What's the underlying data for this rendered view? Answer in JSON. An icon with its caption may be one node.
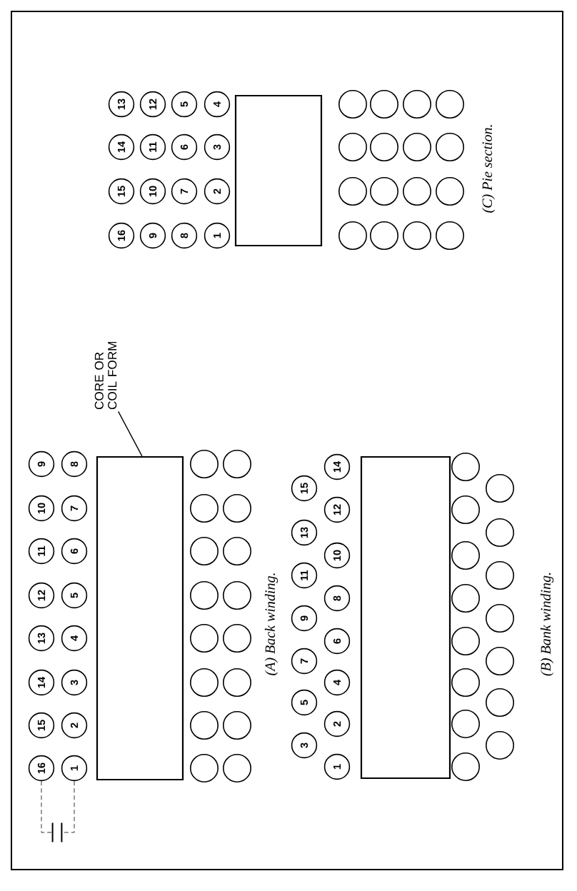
{
  "diagram": {
    "nodes": [
      {
        "text": [
          "1"
        ]
      },
      {
        "text": [
          "2"
        ]
      },
      {
        "text": [
          "3"
        ]
      },
      {
        "text": [
          "4"
        ]
      },
      {
        "text": [
          "5"
        ]
      },
      {
        "text": [
          "6"
        ]
      },
      {
        "text": [
          "7"
        ]
      },
      {
        "text": [
          "8"
        ]
      },
      {
        "text": [
          "9"
        ]
      },
      {
        "text": [
          "10"
        ]
      },
      {
        "text": [
          "11"
        ]
      },
      {
        "text": [
          "12"
        ]
      },
      {
        "text": [
          "13"
        ]
      },
      {
        "text": [
          "14"
        ]
      },
      {
        "text": [
          "15"
        ]
      },
      {
        "text": [
          "16"
        ]
      },
      {
        "text": [],
        "shape": "box"
      },
      {
        "text": [],
        "shape": "circle"
      },
      {
        "text": [],
        "shape": "circle"
      },
      {
        "text": [],
        "shape": "circle"
      },
      {
        "text": [],
        "shape": "circle"
      },
      {
        "text": [],
        "shape": "circle"
      },
      {
        "text": [],
        "shape": "circle"
      },
      {
        "text": [],
        "shape": "circle"
      },
      {
        "text": [],
        "shape": "circle"
      },
      {
        "text": [],
        "shape": "circle"
      },
      {
        "text": [],
        "shape": "circle"
      },
      {
        "text": [],
        "shape": "circle"
      },
      {
        "text": [],
        "shape": "circle"
      },
      {
        "text": [],
        "shape": "circle"
      },
      {
        "text": [],
        "shape": "circle"
      },
      {
        "text": [],
        "shape": "circle"
      },
      {
        "text": [],
        "shape": "circle"
      },
      {
        "text": [
          "CORE OR COIL FORM"
        ]
      },
      {
        "text": [],
        "shape": "capacitor"
      },
      {
        "text": [
          "1"
        ]
      },
      {
        "text": [
          "2"
        ]
      },
      {
        "text": [
          "3"
        ]
      },
      {
        "text": [
          "4"
        ]
      },
      {
        "text": [
          "5"
        ]
      },
      {
        "text": [
          "6"
        ]
      },
      {
        "text": [
          "7"
        ]
      },
      {
        "text": [
          "8"
        ]
      },
      {
        "text": [
          "9"
        ]
      },
      {
        "text": [
          "10"
        ]
      },
      {
        "text": [
          "11"
        ]
      },
      {
        "text": [
          "12"
        ]
      },
      {
        "text": [
          "13"
        ]
      },
      {
        "text": [
          "14"
        ]
      },
      {
        "text": [
          "15"
        ]
      },
      {
        "text": [],
        "shape": "box"
      },
      {
        "text": [],
        "shape": "circle"
      },
      {
        "text": [],
        "shape": "circle"
      },
      {
        "text": [],
        "shape": "circle"
      },
      {
        "text": [],
        "shape": "circle"
      },
      {
        "text": [],
        "shape": "circle"
      },
      {
        "text": [],
        "shape": "circle"
      },
      {
        "text": [],
        "shape": "circle"
      },
      {
        "text": [],
        "shape": "circle"
      },
      {
        "text": [],
        "shape": "circle"
      },
      {
        "text": [],
        "shape": "circle"
      },
      {
        "text": [],
        "shape": "circle"
      },
      {
        "text": [],
        "shape": "circle"
      },
      {
        "text": [],
        "shape": "circle"
      },
      {
        "text": [],
        "shape": "circle"
      },
      {
        "text": [],
        "shape": "circle"
      },
      {
        "text": [
          "1"
        ]
      },
      {
        "text": [
          "2"
        ]
      },
      {
        "text": [
          "3"
        ]
      },
      {
        "text": [
          "4"
        ]
      },
      {
        "text": [
          "5"
        ]
      },
      {
        "text": [
          "6"
        ]
      },
      {
        "text": [
          "7"
        ]
      },
      {
        "text": [
          "8"
        ]
      },
      {
        "text": [
          "9"
        ]
      },
      {
        "text": [
          "10"
        ]
      },
      {
        "text": [
          "11"
        ]
      },
      {
        "text": [
          "12"
        ]
      },
      {
        "text": [
          "13"
        ]
      },
      {
        "text": [
          "14"
        ]
      },
      {
        "text": [
          "15"
        ]
      },
      {
        "text": [
          "16"
        ]
      },
      {
        "text": [],
        "shape": "box"
      },
      {
        "text": [],
        "shape": "circle"
      },
      {
        "text": [],
        "shape": "circle"
      },
      {
        "text": [],
        "shape": "circle"
      },
      {
        "text": [],
        "shape": "circle"
      },
      {
        "text": [],
        "shape": "circle"
      },
      {
        "text": [],
        "shape": "circle"
      },
      {
        "text": [],
        "shape": "circle"
      },
      {
        "text": [],
        "shape": "circle"
      },
      {
        "text": [],
        "shape": "circle"
      },
      {
        "text": [],
        "shape": "circle"
      },
      {
        "text": [],
        "shape": "circle"
      },
      {
        "text": [],
        "shape": "circle"
      },
      {
        "text": [],
        "shape": "circle"
      },
      {
        "text": [],
        "shape": "circle"
      },
      {
        "text": [],
        "shape": "circle"
      },
      {
        "text": [],
        "shape": "circle"
      }
    ],
    "edges": [
      {
        "from": 33,
        "to": 16,
        "arrow": "none"
      },
      {
        "from": 15,
        "to": 34,
        "arrow": "none",
        "style": "dashed"
      },
      {
        "from": 0,
        "to": 34,
        "arrow": "none",
        "style": "dashed"
      }
    ],
    "labels": [
      "(A) Back winding.",
      "(B) Bank winding.",
      "(C) Pie section."
    ]
  }
}
